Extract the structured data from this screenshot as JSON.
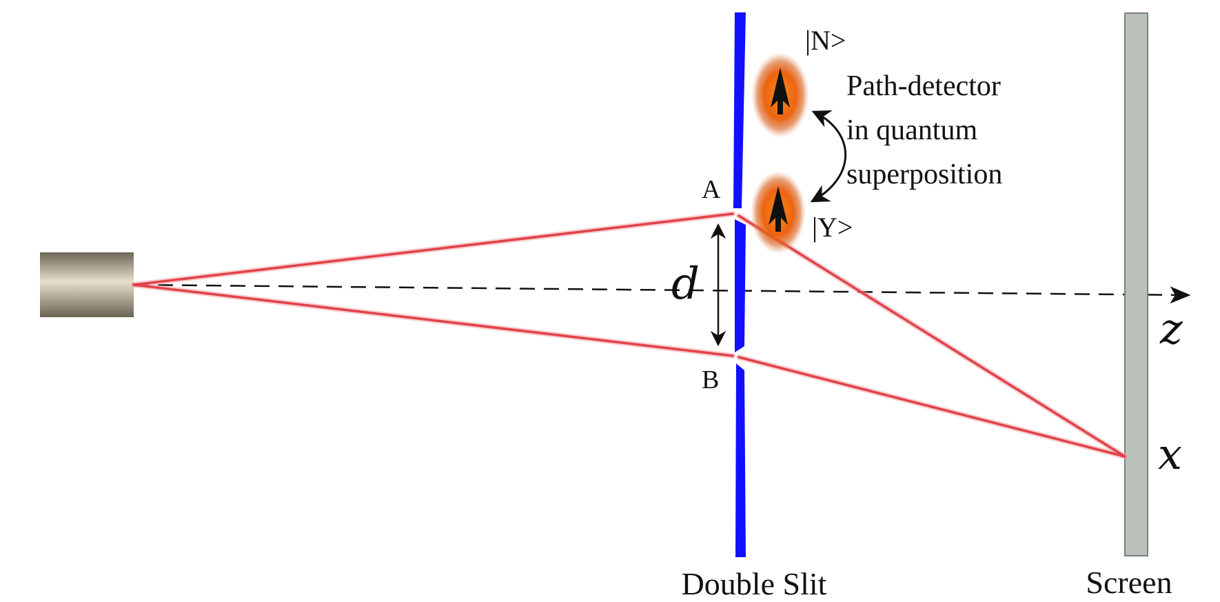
{
  "labels": {
    "slit_a": "A",
    "slit_b": "B",
    "separation": "d",
    "axis_z": "z",
    "screen_x": "x",
    "state_n": "|N>",
    "state_y": "|Y>",
    "detector_line1": "Path-detector",
    "detector_line2": "in quantum",
    "detector_line3": "superposition",
    "double_slit": "Double Slit",
    "screen": "Screen"
  },
  "colors": {
    "slit_barrier": "#1010ff",
    "rays": "#e0424a",
    "screen": "#b9c1bb",
    "detector_glow": "#e8600f",
    "source_body": "#c9bfa6"
  },
  "icons": {
    "source": "light-source-cylinder",
    "detector_state": "spin-up-arrow-icon"
  }
}
